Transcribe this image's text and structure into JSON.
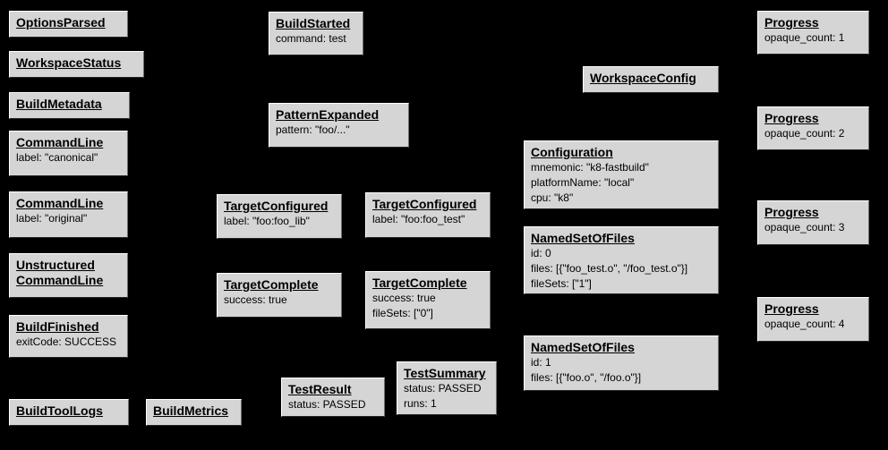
{
  "colors": {
    "background": "#000000",
    "node_fill": "#d5d5d5",
    "node_border_light": "#ffffff",
    "node_border_dark": "#222222",
    "text": "#000000"
  },
  "nodes": [
    {
      "title": "OptionsParsed",
      "details": []
    },
    {
      "title": "WorkspaceStatus",
      "details": []
    },
    {
      "title": "BuildMetadata",
      "details": []
    },
    {
      "title": "CommandLine",
      "details": [
        "label: \"canonical\""
      ]
    },
    {
      "title": "CommandLine",
      "details": [
        "label: \"original\""
      ]
    },
    {
      "title": "Unstructured",
      "title2": "CommandLine",
      "details": []
    },
    {
      "title": "BuildFinished",
      "details": [
        "exitCode: SUCCESS"
      ]
    },
    {
      "title": "BuildToolLogs",
      "details": []
    },
    {
      "title": "BuildMetrics",
      "details": []
    },
    {
      "title": "BuildStarted",
      "details": [
        "command: test"
      ]
    },
    {
      "title": "PatternExpanded",
      "details": [
        "pattern: \"foo/...\""
      ]
    },
    {
      "title": "TargetConfigured",
      "details": [
        "label: \"foo:foo_lib\""
      ]
    },
    {
      "title": "TargetConfigured",
      "details": [
        "label: \"foo:foo_test\""
      ]
    },
    {
      "title": "TargetComplete",
      "details": [
        "success: true"
      ]
    },
    {
      "title": "TargetComplete",
      "details": [
        "success: true",
        "fileSets: [\"0\"]"
      ]
    },
    {
      "title": "TestResult",
      "details": [
        "status: PASSED"
      ]
    },
    {
      "title": "TestSummary",
      "details": [
        "status: PASSED",
        "runs: 1"
      ]
    },
    {
      "title": "WorkspaceConfig",
      "details": []
    },
    {
      "title": "Configuration",
      "details": [
        "mnemonic: \"k8-fastbuild\"",
        "platformName: \"local\"",
        "cpu: \"k8\""
      ]
    },
    {
      "title": "NamedSetOfFiles",
      "details": [
        "id: 0",
        "files: [{\"foo_test.o\", \"/foo_test.o\"}]",
        "fileSets: [\"1\"]"
      ]
    },
    {
      "title": "NamedSetOfFiles",
      "details": [
        "id: 1",
        "files: [{\"foo.o\", \"/foo.o\"}]"
      ]
    },
    {
      "title": "Progress",
      "details": [
        "opaque_count: 1"
      ]
    },
    {
      "title": "Progress",
      "details": [
        "opaque_count: 2"
      ]
    },
    {
      "title": "Progress",
      "details": [
        "opaque_count: 3"
      ]
    },
    {
      "title": "Progress",
      "details": [
        "opaque_count: 4"
      ]
    }
  ]
}
